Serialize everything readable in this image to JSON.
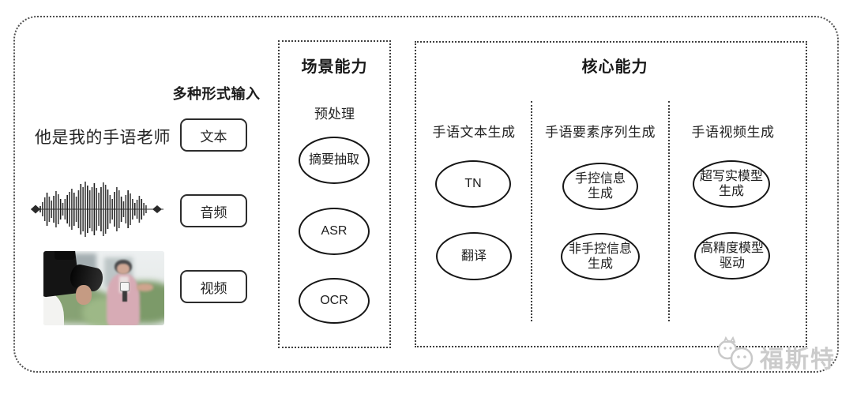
{
  "input": {
    "group_label": "多种形式输入",
    "sample_text": "他是我的手语老师",
    "types": [
      {
        "label": "文本"
      },
      {
        "label": "音频"
      },
      {
        "label": "视频"
      }
    ]
  },
  "scene": {
    "title": "场景能力",
    "stage_label": "预处理",
    "nodes": [
      {
        "label": "摘要抽取"
      },
      {
        "label": "ASR"
      },
      {
        "label": "OCR"
      }
    ]
  },
  "core": {
    "title": "核心能力",
    "columns": [
      {
        "header": "手语文本生成",
        "nodes": [
          {
            "label": "TN"
          },
          {
            "label": "翻译"
          }
        ]
      },
      {
        "header": "手语要素序列生成",
        "nodes": [
          {
            "label": "手控信息\n生成"
          },
          {
            "label": "非手控信息\n生成"
          }
        ]
      },
      {
        "header": "手语视频生成",
        "nodes": [
          {
            "label": "超写实模型\n生成"
          },
          {
            "label": "高精度模型\n驱动"
          }
        ]
      }
    ]
  },
  "watermark": {
    "brand": "福斯特"
  },
  "colors": {
    "ink": "#1a1a1a",
    "dotted_border": "#3e3e3e",
    "watermark_gray": "#c9c9c9"
  }
}
